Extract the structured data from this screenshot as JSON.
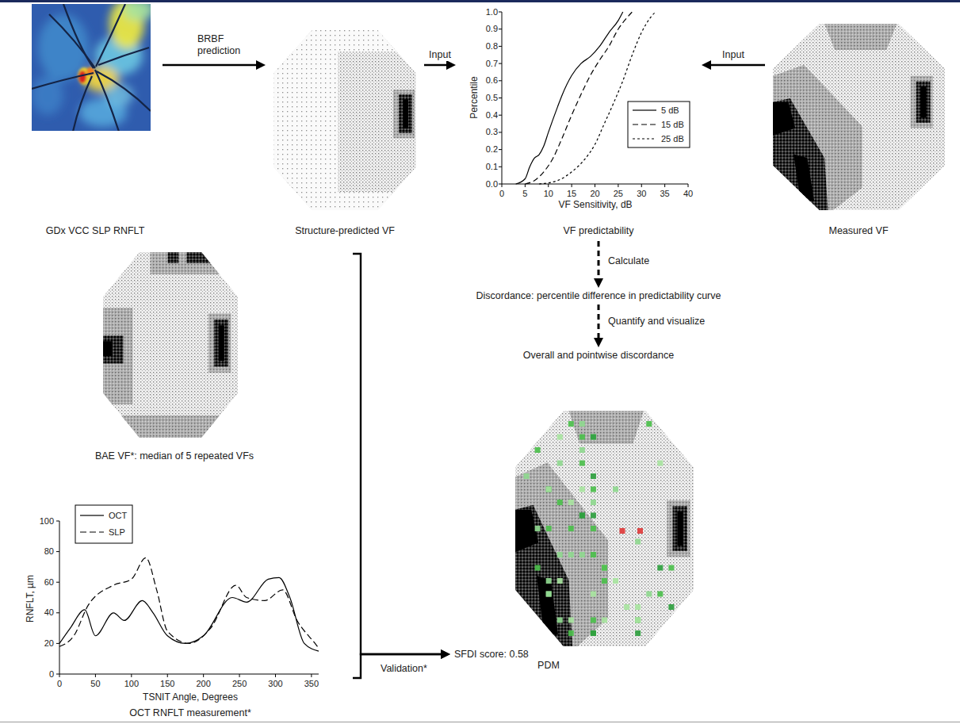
{
  "diagram": {
    "nodes": [
      {
        "text": [
          "GDx VCC SLP RNFLT"
        ]
      },
      {
        "text": [
          "Structure-predicted VF"
        ]
      },
      {
        "text": [
          "VF predictability"
        ]
      },
      {
        "text": [
          "Measured VF"
        ]
      },
      {
        "text": [
          "BAE VF*: median of 5 repeated VFs"
        ]
      },
      {
        "text": [
          "Discordance: percentile difference in predictability curve"
        ]
      },
      {
        "text": [
          "Overall and pointwise discordance"
        ]
      },
      {
        "text": [
          "OCT RNFLT measurement*"
        ]
      },
      {
        "text": [
          "SFDI score: 0.58"
        ]
      },
      {
        "text": [
          "PDM"
        ]
      }
    ],
    "edges": [
      {
        "from": 0,
        "to": 1,
        "label": "BRBF prediction",
        "arrow": "to"
      },
      {
        "from": 1,
        "to": 2,
        "label": "Input",
        "arrow": "to"
      },
      {
        "from": 3,
        "to": 2,
        "label": "Input",
        "arrow": "to"
      },
      {
        "from": 2,
        "to": 5,
        "label": "Calculate",
        "arrow": "to"
      },
      {
        "from": 5,
        "to": 6,
        "label": "Quantify and visualize",
        "arrow": "to"
      },
      {
        "from": 4,
        "to": 8,
        "label": "Validation*",
        "arrow": "to"
      },
      {
        "from": 7,
        "to": 8,
        "arrow": "to"
      }
    ],
    "labels": [
      "0.0",
      "0.1",
      "0.2",
      "0.3",
      "0.4",
      "0.5",
      "0.6",
      "0.7",
      "0.8",
      "0.9",
      "1.0",
      "0",
      "5",
      "10",
      "15",
      "20",
      "25",
      "30",
      "35",
      "40",
      "Percentile",
      "VF Sensitivity, dB",
      "0",
      "20",
      "40",
      "60",
      "80",
      "100",
      "0",
      "50",
      "100",
      "150",
      "200",
      "250",
      "300",
      "350",
      "RNFLT, µm",
      "TSNIT Angle, Degrees"
    ],
    "legend": [
      {
        "text": "5 dB"
      },
      {
        "text": "15 dB"
      },
      {
        "text": "25 dB"
      },
      {
        "text": "OCT"
      },
      {
        "text": "SLP"
      }
    ]
  }
}
